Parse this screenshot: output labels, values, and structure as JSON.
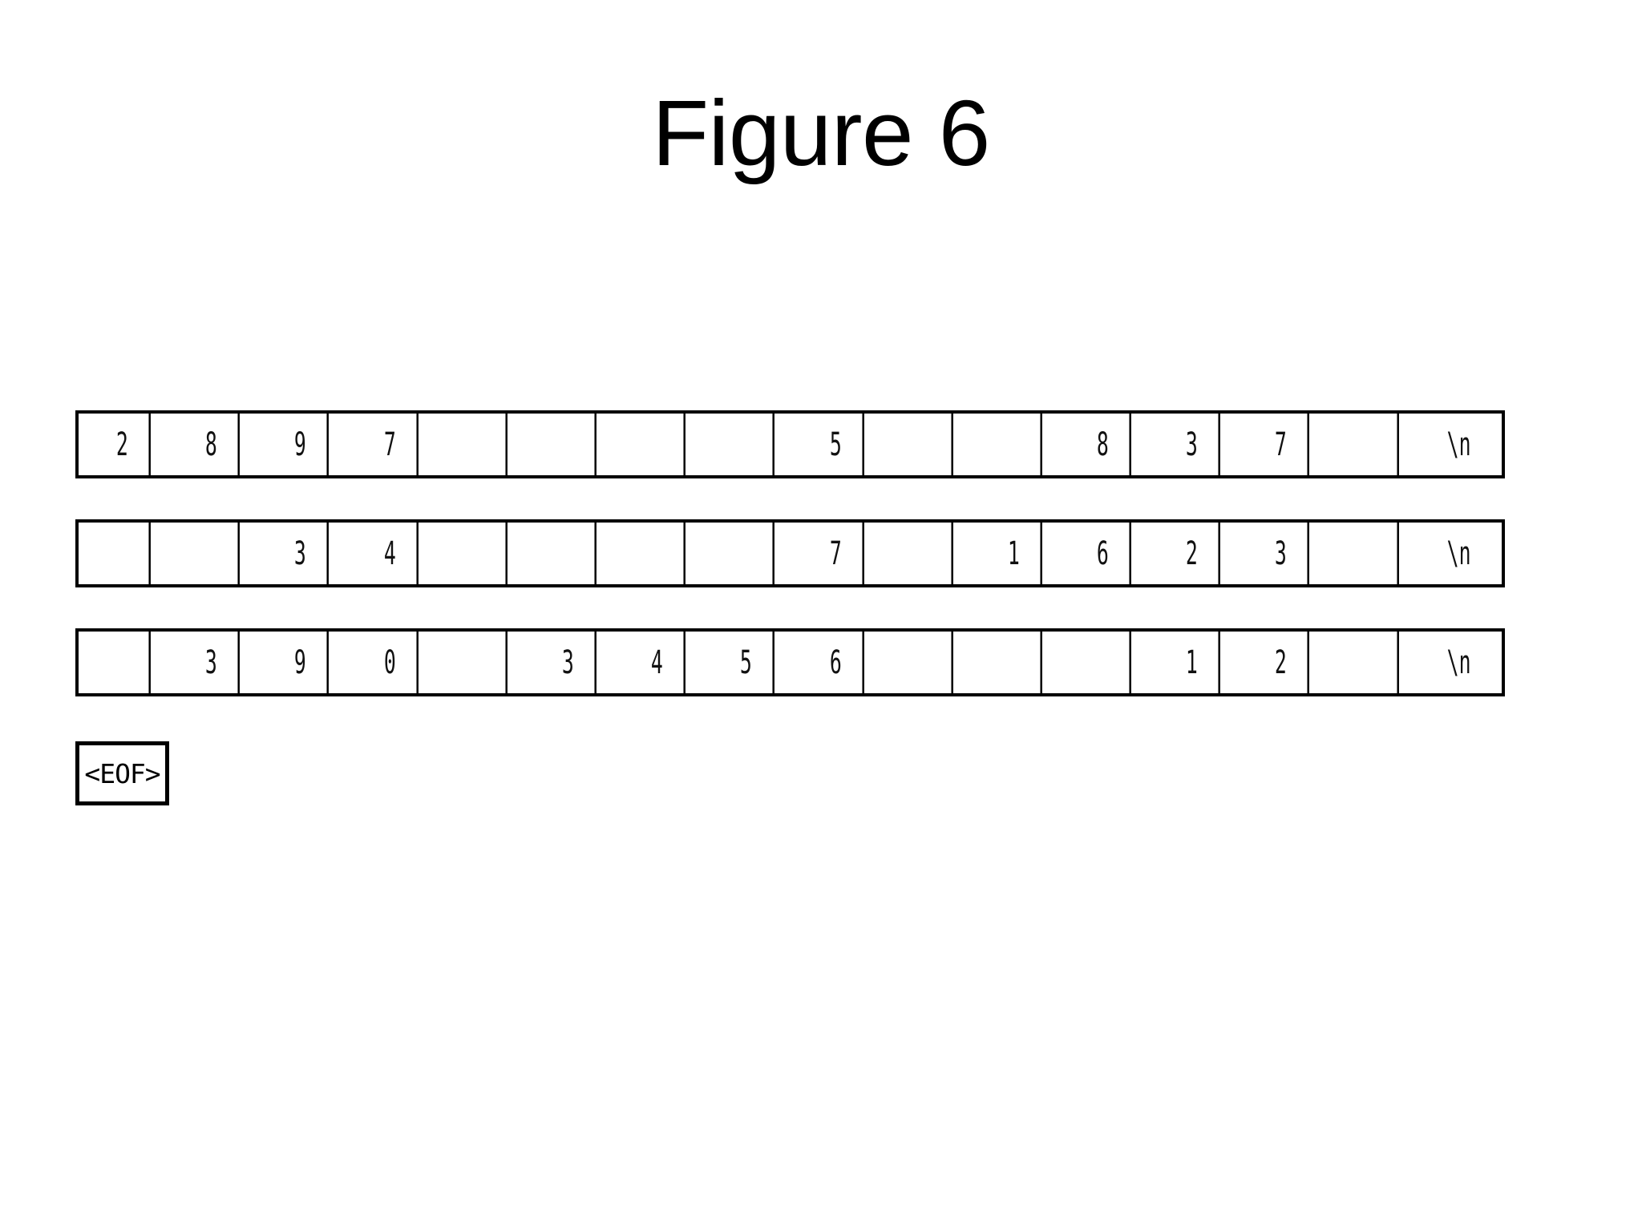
{
  "slide": {
    "background_color": "#ffffff",
    "title": "Figure 6"
  },
  "diagram": {
    "kind": "character-buffer-tape",
    "cell_count_per_row": 16,
    "border_color": "#000000",
    "text_color": "#111111",
    "newline_symbol": "\\n",
    "eof_symbol": "<EOF>",
    "rows": [
      {
        "label": "row-1",
        "cells": [
          "2",
          "8",
          "9",
          "7",
          "",
          "",
          "",
          "",
          "5",
          "",
          "",
          "8",
          "3",
          "7",
          "",
          "\\n"
        ]
      },
      {
        "label": "row-2",
        "cells": [
          "",
          "",
          "3",
          "4",
          "",
          "",
          "",
          "",
          "7",
          "",
          "1",
          "6",
          "2",
          "3",
          "",
          "\\n"
        ]
      },
      {
        "label": "row-3",
        "cells": [
          "",
          "3",
          "9",
          "0",
          "",
          "3",
          "4",
          "5",
          "6",
          "",
          "",
          "",
          "1",
          "2",
          "",
          "\\n"
        ]
      }
    ],
    "eof": {
      "label": "<EOF>"
    }
  }
}
